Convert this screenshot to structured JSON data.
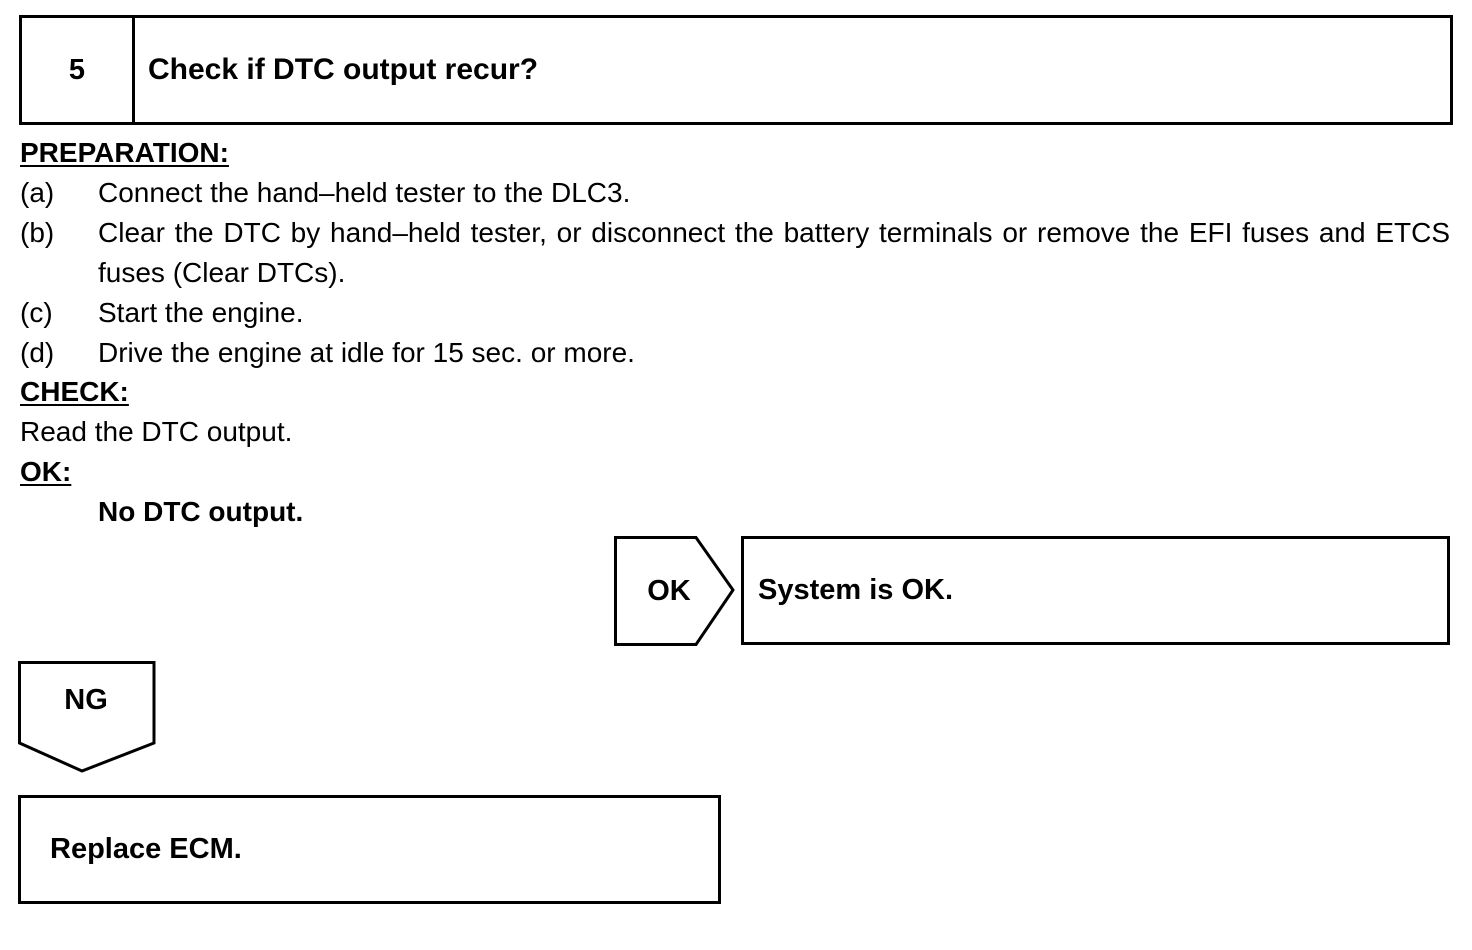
{
  "step": {
    "number": "5",
    "title": "Check if DTC output recur?"
  },
  "preparation": {
    "heading": "PREPARATION:",
    "items": [
      {
        "label": "(a)",
        "text": "Connect the hand–held tester to the DLC3."
      },
      {
        "label": "(b)",
        "text": "Clear the DTC by hand–held tester, or disconnect the battery terminals or remove the EFI fuses and ETCS fuses (Clear DTCs)."
      },
      {
        "label": "(c)",
        "text": "Start the engine."
      },
      {
        "label": "(d)",
        "text": "Drive the engine at idle for 15 sec. or more."
      }
    ]
  },
  "check": {
    "heading": "CHECK:",
    "text": "Read the DTC output."
  },
  "ok": {
    "heading": "OK:",
    "text": "No DTC output."
  },
  "flow": {
    "ok_label": "OK",
    "ok_result": "System is OK.",
    "ng_label": "NG",
    "ng_action": "Replace ECM."
  }
}
